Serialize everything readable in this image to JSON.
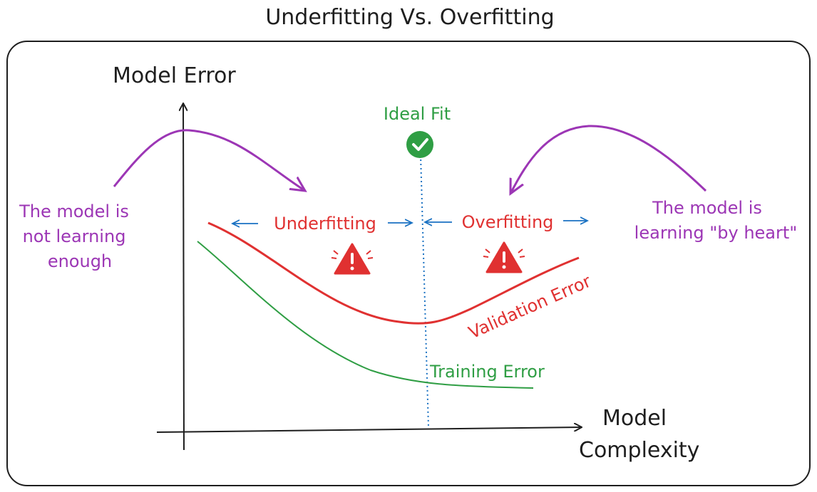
{
  "title": "Underfitting Vs. Overfitting",
  "axes": {
    "y_label": "Model Error",
    "x_label_line1": "Model",
    "x_label_line2": "Complexity"
  },
  "ideal_fit": {
    "label": "Ideal Fit",
    "icon": "check-circle-icon"
  },
  "regions": {
    "underfitting": "Underfitting",
    "overfitting": "Overfitting",
    "warning_icon": "warning-triangle-icon"
  },
  "curves": {
    "validation": "Validation Error",
    "training": "Training Error"
  },
  "notes": {
    "left_line1": "The model is",
    "left_line2": "not learning",
    "left_line3": "enough",
    "right_line1": "The model is",
    "right_line2": "learning \"by heart\""
  },
  "colors": {
    "ink": "#1e1e1e",
    "validation": "#e03131",
    "training": "#2f9e44",
    "ideal": "#2f9e44",
    "arrows_blue": "#1971c2",
    "notes_purple": "#9c36b5",
    "warning": "#e03131"
  }
}
